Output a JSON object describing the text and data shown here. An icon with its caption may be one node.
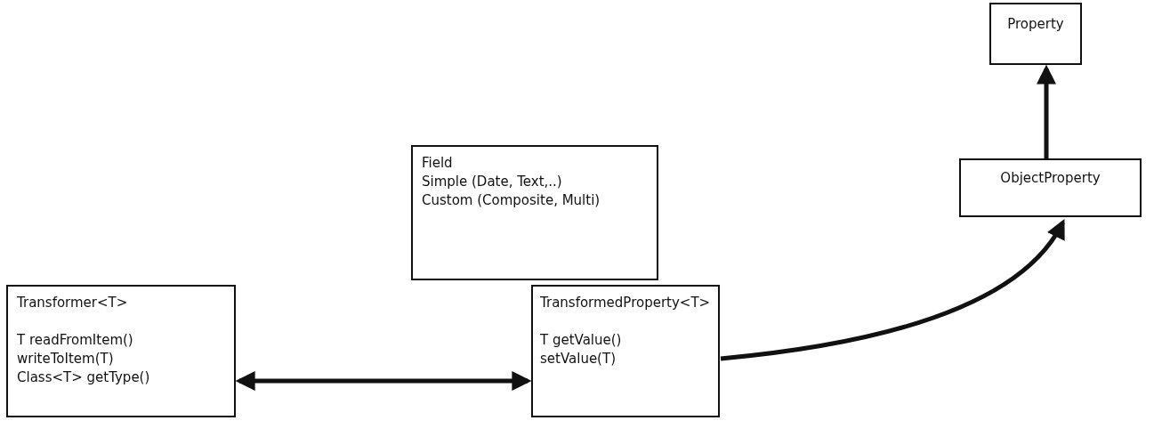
{
  "diagram": {
    "nodes": [
      {
        "text": [
          "Property"
        ]
      },
      {
        "text": [
          "ObjectProperty"
        ]
      },
      {
        "text": [
          "Field",
          "Simple (Date, Text,..)",
          "Custom (Composite, Multi)"
        ]
      },
      {
        "text": [
          "Transformer<T>",
          "T readFromItem()",
          "writeToItem(T)",
          "Class<T> getType()"
        ]
      },
      {
        "text": [
          "TransformedProperty<T>",
          "T getValue()",
          "setValue(T)"
        ]
      }
    ],
    "edges": [
      {
        "from": 3,
        "to": 4,
        "arrow": "both"
      },
      {
        "from": 4,
        "to": 1,
        "arrow": "to"
      },
      {
        "from": 1,
        "to": 0,
        "arrow": "to"
      }
    ]
  }
}
